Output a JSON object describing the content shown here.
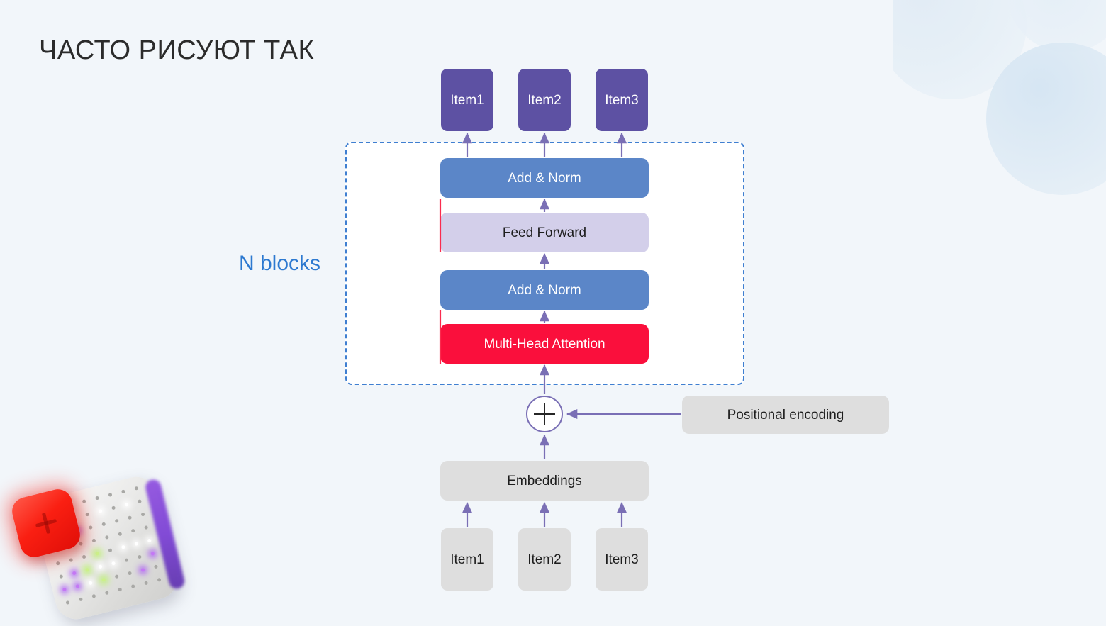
{
  "slide": {
    "title": "ЧАСТО РИСУЮТ ТАК",
    "background_color": "#f2f6fa"
  },
  "diagram": {
    "nblocks_label": "N blocks",
    "outputs": [
      {
        "label": "Item1"
      },
      {
        "label": "Item2"
      },
      {
        "label": "Item3"
      }
    ],
    "layers": [
      {
        "label": "Add & Norm",
        "color": "#5b86c8"
      },
      {
        "label": "Feed Forward",
        "color": "#d3cfea"
      },
      {
        "label": "Add & Norm",
        "color": "#5b86c8"
      },
      {
        "label": "Multi-Head Attention",
        "color": "#fa0f3c"
      }
    ],
    "sum_node": {
      "label": "+"
    },
    "positional_encoding": {
      "label": "Positional encoding",
      "color": "#dedede"
    },
    "embeddings": {
      "label": "Embeddings",
      "color": "#dedede"
    },
    "inputs": [
      {
        "label": "Item1"
      },
      {
        "label": "Item2"
      },
      {
        "label": "Item3"
      }
    ],
    "colors": {
      "token_out": "#5d51a3",
      "token_in": "#dedede",
      "arrow": "#7a6fb5",
      "residual": "#fa2b4e",
      "dashed_border": "#3f7fd1",
      "nblocks_text": "#2d79d0"
    }
  },
  "decoration": {
    "device_illustration": "led-panel-device",
    "blobs": "soft-blue-circles"
  }
}
